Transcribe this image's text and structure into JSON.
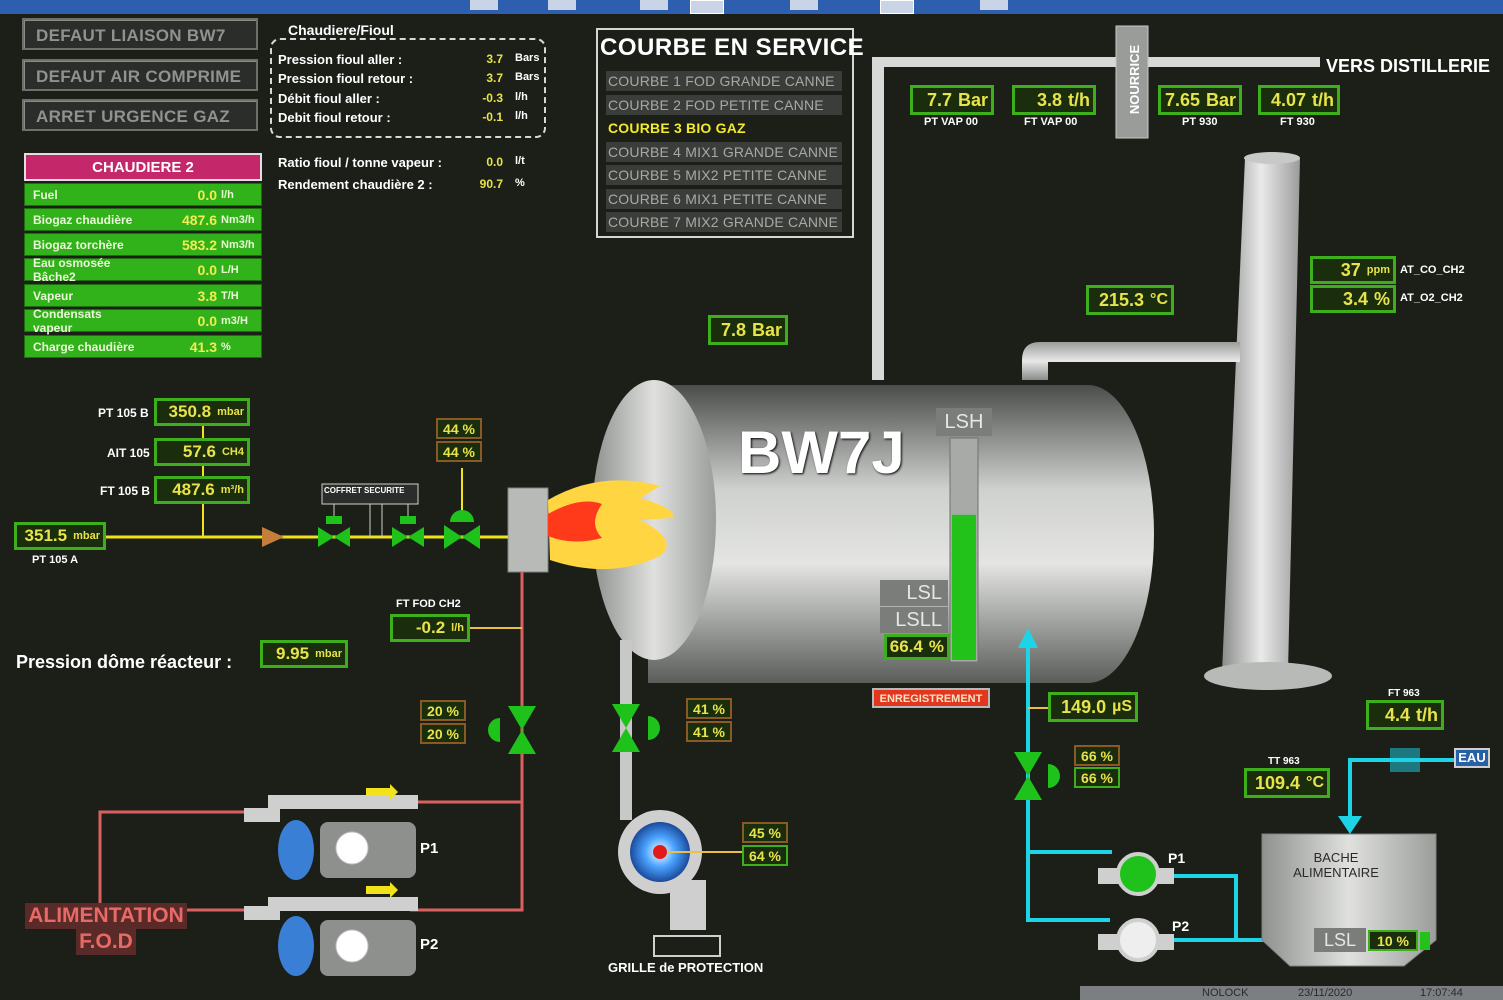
{
  "alarms": [
    "DEFAUT LIAISON BW7",
    "DEFAUT AIR COMPRIME",
    "ARRET URGENCE GAZ"
  ],
  "fioul": {
    "title": "Chaudiere/Fioul",
    "rows": [
      {
        "name": "Pression fioul aller :",
        "value": "3.7",
        "unit": "Bars"
      },
      {
        "name": "Pression fioul retour :",
        "value": "3.7",
        "unit": "Bars"
      },
      {
        "name": "Débit fioul aller :",
        "value": "-0.3",
        "unit": "l/h"
      },
      {
        "name": "Debit fioul retour :",
        "value": "-0.1",
        "unit": "l/h"
      }
    ],
    "ratio": {
      "name": "Ratio fioul / tonne vapeur :",
      "value": "0.0",
      "unit": "l/t"
    },
    "rendement": {
      "name": "Rendement chaudière 2 :",
      "value": "90.7",
      "unit": "%"
    }
  },
  "chaudiere": {
    "title": "CHAUDIERE 2",
    "rows": [
      {
        "name": "Fuel",
        "value": "0.0",
        "unit": "l/h"
      },
      {
        "name": "Biogaz chaudière",
        "value": "487.6",
        "unit": "Nm3/h"
      },
      {
        "name": "Biogaz torchère",
        "value": "583.2",
        "unit": "Nm3/h"
      },
      {
        "name": "Eau osmosée Bâche2",
        "value": "0.0",
        "unit": "L/H"
      },
      {
        "name": "Vapeur",
        "value": "3.8",
        "unit": "T/H"
      },
      {
        "name": "Condensats vapeur",
        "value": "0.0",
        "unit": "m3/H"
      },
      {
        "name": "Charge chaudière",
        "value": "41.3",
        "unit": "%"
      }
    ]
  },
  "curves": {
    "title": "COURBE EN SERVICE",
    "items": [
      {
        "label": "COURBE 1 FOD GRANDE CANNE",
        "active": false
      },
      {
        "label": "COURBE 2 FOD PETITE CANNE",
        "active": false
      },
      {
        "label": "COURBE 3 BIO GAZ",
        "active": true
      },
      {
        "label": "COURBE 4 MIX1 GRANDE CANNE",
        "active": false
      },
      {
        "label": "COURBE 5 MIX2 PETITE CANNE",
        "active": false
      },
      {
        "label": "COURBE 6 MIX1 PETITE CANNE",
        "active": false
      },
      {
        "label": "COURBE 7 MIX2 GRANDE CANNE",
        "active": false
      }
    ]
  },
  "steam_line": {
    "pt_vap": {
      "value": "7.7",
      "unit": "Bar",
      "tag": "PT VAP 00"
    },
    "ft_vap": {
      "value": "3.8",
      "unit": "t/h",
      "tag": "FT VAP 00"
    },
    "nourrice": "NOURRICE",
    "pt930": {
      "value": "7.65",
      "unit": "Bar",
      "tag": "PT 930"
    },
    "ft930": {
      "value": "4.07",
      "unit": "t/h",
      "tag": "FT 930"
    },
    "destination": "VERS DISTILLERIE"
  },
  "stack": {
    "co": {
      "value": "37",
      "unit": "ppm",
      "tag": "AT_CO_CH2"
    },
    "o2": {
      "value": "3.4",
      "unit": "%",
      "tag": "AT_O2_CH2"
    },
    "fumes_temp": {
      "value": "215.3",
      "unit": "°C"
    }
  },
  "boiler": {
    "name": "BW7J",
    "pressure": {
      "value": "7.8",
      "unit": "Bar"
    },
    "lsh": "LSH",
    "lsl": "LSL",
    "lsll": "LSLL",
    "level": {
      "value": "66.4",
      "unit": "%",
      "fraction": 0.66
    },
    "recording": "ENREGISTREMENT",
    "conductivity": {
      "value": "149.0",
      "unit": "µS"
    }
  },
  "gas": {
    "pt105b": {
      "tag": "PT 105 B",
      "value": "350.8",
      "unit": "mbar"
    },
    "ait105": {
      "tag": "AIT 105",
      "value": "57.6",
      "unit": "CH4"
    },
    "ft105b": {
      "tag": "FT 105 B",
      "value": "487.6",
      "unit": "m³/h"
    },
    "pt105a": {
      "tag": "PT 105 A",
      "value": "351.5",
      "unit": "mbar"
    },
    "coffret": "COFFRET SECURITE",
    "valve_cmd": "44",
    "valve_pos": "44"
  },
  "fod": {
    "ft_tag": "FT FOD CH2",
    "ft": {
      "value": "-0.2",
      "unit": "l/h"
    },
    "valve_cmd": "20",
    "valve_pos": "20",
    "alim_line1": "ALIMENTATION",
    "alim_line2": "F.O.D",
    "pump1": "P1",
    "pump2": "P2"
  },
  "reactor": {
    "label": "Pression dôme réacteur :",
    "value": "9.95",
    "unit": "mbar"
  },
  "air": {
    "valve_cmd": "41",
    "valve_pos": "41",
    "fan_cmd": "45",
    "fan_pos": "64",
    "grille": "GRILLE de PROTECTION"
  },
  "water": {
    "valve_cmd": "66",
    "valve_pos": "66",
    "ft963": {
      "tag": "FT 963",
      "value": "4.4",
      "unit": "t/h"
    },
    "tt963": {
      "tag": "TT 963",
      "value": "109.4",
      "unit": "°C"
    },
    "eau": "EAU",
    "bache": "BACHE ALIMENTAIRE",
    "bache_lsl": "LSL",
    "bache_level": "10",
    "pump1": "P1",
    "pump2": "P2"
  },
  "units": {
    "percent": "%"
  },
  "statusbar": {
    "nolock": "NOLOCK",
    "date": "23/11/2020",
    "time": "17:07:44"
  },
  "colors": {
    "bg": "#1b1f18",
    "green": "#3fae1c",
    "yellow": "#e8e34a",
    "magenta": "#c4276a",
    "cyan": "#1fd3e6",
    "red_pipe": "#d9605e"
  }
}
